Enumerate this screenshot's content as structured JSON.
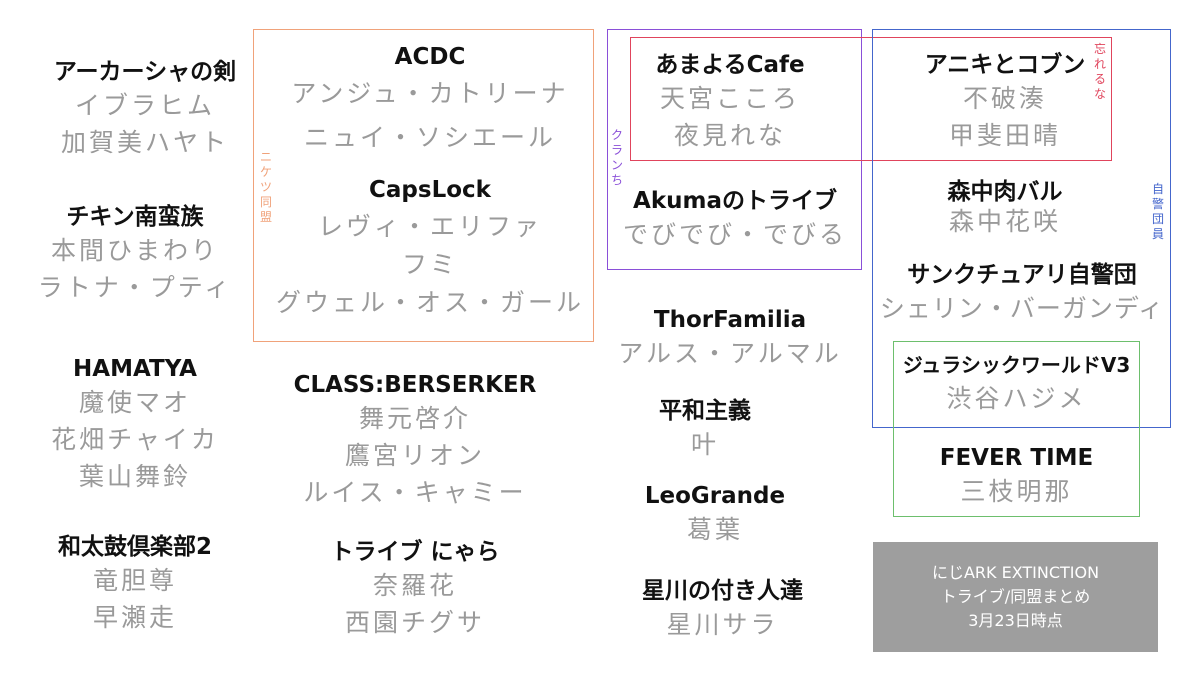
{
  "tribes": [
    {
      "name": "アーカーシャの剣",
      "members": [
        "イブラヒム",
        "加賀美ハヤト"
      ]
    },
    {
      "name": "チキン南蛮族",
      "members": [
        "本間ひまわり",
        "ラトナ・プティ"
      ]
    },
    {
      "name": "HAMATYA",
      "members": [
        "魔使マオ",
        "花畑チャイカ",
        "葉山舞鈴"
      ]
    },
    {
      "name": "和太鼓倶楽部2",
      "members": [
        "竜胆尊",
        "早瀬走"
      ]
    },
    {
      "name": "ACDC",
      "members": [
        "アンジュ・カトリーナ",
        "ニュイ・ソシエール"
      ]
    },
    {
      "name": "CapsLock",
      "members": [
        "レヴィ・エリファ",
        "フミ",
        "グウェル・オス・ガール"
      ]
    },
    {
      "name": "CLASS:BERSERKER",
      "members": [
        "舞元啓介",
        "鷹宮リオン",
        "ルイス・キャミー"
      ]
    },
    {
      "name": "トライブ にゃら",
      "members": [
        "奈羅花",
        "西園チグサ"
      ]
    },
    {
      "name": "あまよるCafe",
      "members": [
        "天宮こころ",
        "夜見れな"
      ]
    },
    {
      "name": "Akumaのトライブ",
      "members": [
        "でびでび・でびる"
      ]
    },
    {
      "name": "ThorFamilia",
      "members": [
        "アルス・アルマル"
      ]
    },
    {
      "name": "平和主義",
      "members": [
        "叶"
      ]
    },
    {
      "name": "LeoGrande",
      "members": [
        "葛葉"
      ]
    },
    {
      "name": "星川の付き人達",
      "members": [
        "星川サラ"
      ]
    },
    {
      "name": "アニキとコブン",
      "members": [
        "不破湊",
        "甲斐田晴"
      ]
    },
    {
      "name": "森中肉バル",
      "members": [
        "森中花咲"
      ]
    },
    {
      "name": "サンクチュアリ自警団",
      "members": [
        "シェリン・バーガンディ"
      ]
    },
    {
      "name": "ジュラシックワールドV3",
      "members": [
        "渋谷ハジメ"
      ]
    },
    {
      "name": "FEVER TIME",
      "members": [
        "三枝明那"
      ]
    }
  ],
  "alliances": {
    "nikatsu": {
      "label": "ニケツ同盟",
      "color": "#f0a27a"
    },
    "kuranchi": {
      "label": "クランち",
      "color": "#8a4fd8"
    },
    "wasureruna": {
      "label": "忘れるな",
      "color": "#e0445c"
    },
    "jikeidanin": {
      "label": "自警団員",
      "color": "#4466cc"
    },
    "green": {
      "color": "#6dbf6d"
    }
  },
  "summary": {
    "line1": "にじARK EXTINCTION",
    "line2": "トライブ/同盟まとめ",
    "line3": "3月23日時点"
  }
}
